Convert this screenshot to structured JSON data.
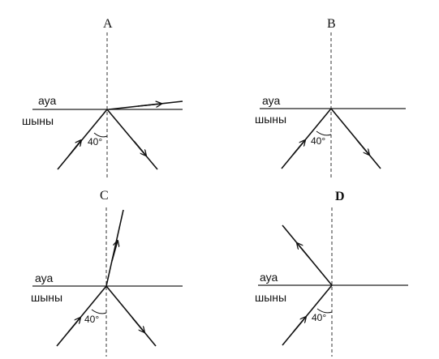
{
  "panels": [
    {
      "letter": "A",
      "medium_top": "ауа",
      "medium_bottom": "шыны",
      "angle_label": "40°"
    },
    {
      "letter": "B",
      "medium_top": "ауа",
      "medium_bottom": "шыны",
      "angle_label": "40°"
    },
    {
      "letter": "C",
      "medium_top": "ауа",
      "medium_bottom": "шыны",
      "angle_label": "40°"
    },
    {
      "letter": "D",
      "medium_top": "ауа",
      "medium_bottom": "шыны",
      "angle_label": "40°"
    }
  ]
}
